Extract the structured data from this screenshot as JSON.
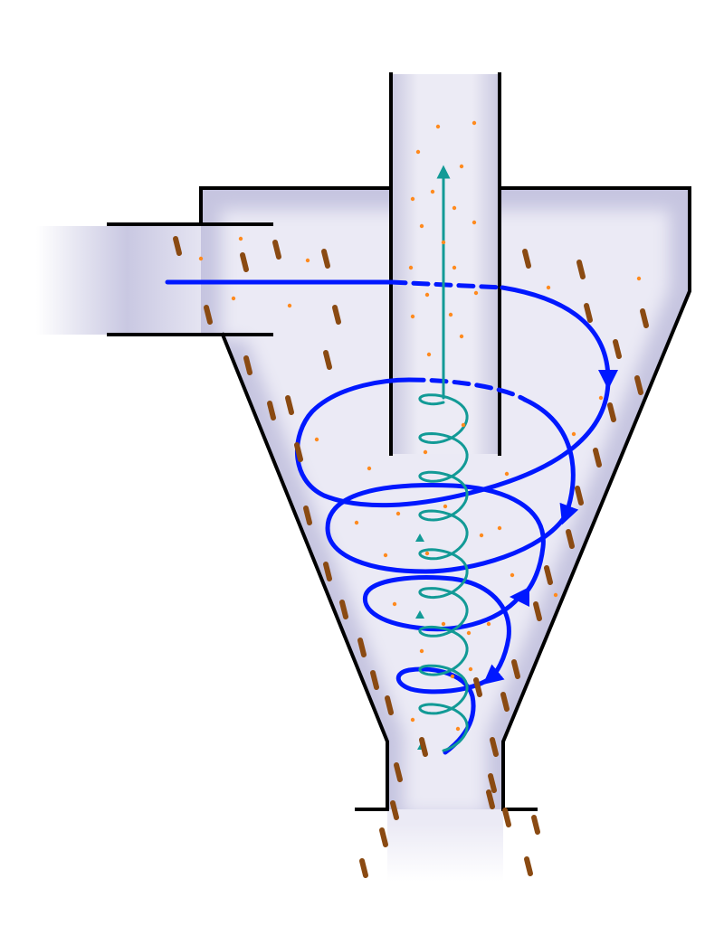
{
  "diagram": {
    "colors": {
      "background": "#ffffff",
      "body_fill": "#ebeaf5",
      "body_shade": "#c3c2de",
      "wall": "#000000",
      "outer_vortex": "#0018ff",
      "inner_vortex": "#129a96",
      "coarse_particles": "#8a4a12",
      "fine_particles": "#ff8a1e"
    },
    "components": [
      "tangential-inlet",
      "cylinder-body",
      "conical-body",
      "vortex-finder",
      "dust-outlet",
      "outer-vortex",
      "inner-vortex",
      "coarse-particles",
      "fine-particles"
    ]
  }
}
